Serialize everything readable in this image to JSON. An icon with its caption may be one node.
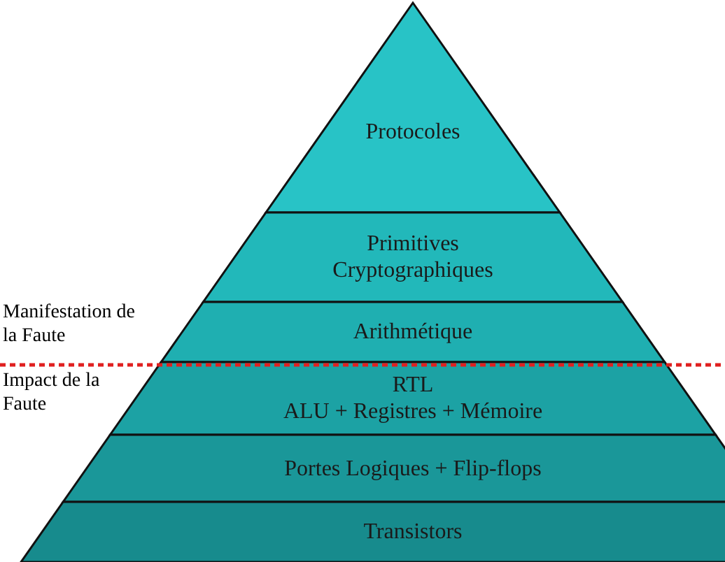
{
  "diagram": {
    "nodes": [
      {
        "text": [
          "Protocoles"
        ]
      },
      {
        "text": [
          "Primitives Cryptographiques"
        ]
      },
      {
        "text": [
          "Arithmétique"
        ]
      },
      {
        "text": [
          "RTL",
          "ALU + Registres + Mémoire"
        ]
      },
      {
        "text": [
          "Portes Logiques + Flip-flops"
        ]
      },
      {
        "text": [
          "Transistors"
        ]
      }
    ],
    "labels": [
      "Manifestation de la Faute",
      "Impact de la Faute"
    ]
  }
}
